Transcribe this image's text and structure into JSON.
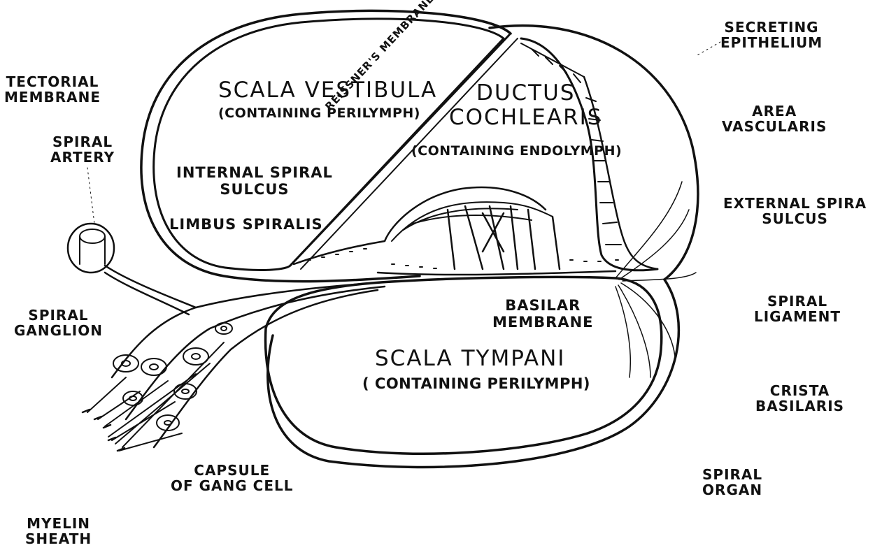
{
  "labels": {
    "tectorial_membrane": [
      "TECTORIAL",
      "MEMBRANE"
    ],
    "spiral_artery": [
      "SPIRAL",
      "ARTERY"
    ],
    "spiral_ganglion": [
      "SPIRAL",
      "GANGLION"
    ],
    "myelin_sheath": [
      "MYELIN",
      "SHEATH"
    ],
    "capsule_gang_cell": [
      "CAPSULE",
      "OF GANG CELL"
    ],
    "secreting_epithelium": [
      "SECRETING",
      "EPITHELIUM"
    ],
    "area_vascularis": [
      "AREA",
      "VASCULARIS"
    ],
    "external_spiral_sulcus": [
      "EXTERNAL SPIRA",
      "SULCUS"
    ],
    "spiral_ligament": [
      "SPIRAL",
      "LIGAMENT"
    ],
    "crista_basilaris": [
      "CRISTA",
      "BASILARIS"
    ],
    "spiral_organ": [
      "SPIRAL",
      "ORGAN"
    ],
    "scala_vestibula": "SCALA VESTIBULA",
    "scala_vestibula_note": "(CONTAINING PERILYMPH)",
    "ductus_cochlearis": [
      "DUCTUS",
      "COCHLEARIS"
    ],
    "ductus_note": "(CONTAINING ENDOLYMPH)",
    "internal_spiral_sulcus": [
      "INTERNAL SPIRAL",
      "SULCUS"
    ],
    "limbus_spiralis": "LIMBUS SPIRALIS",
    "reissners_membrane": "REISSNER'S MEMBRANE",
    "basilar_membrane": [
      "BASILAR",
      "MEMBRANE"
    ],
    "scala_tympani": "SCALA TYMPANI",
    "scala_tympani_note": "( CONTAINING PERILYMPH)"
  },
  "colors": {
    "ink": "#111111",
    "paper": "#ffffff"
  }
}
